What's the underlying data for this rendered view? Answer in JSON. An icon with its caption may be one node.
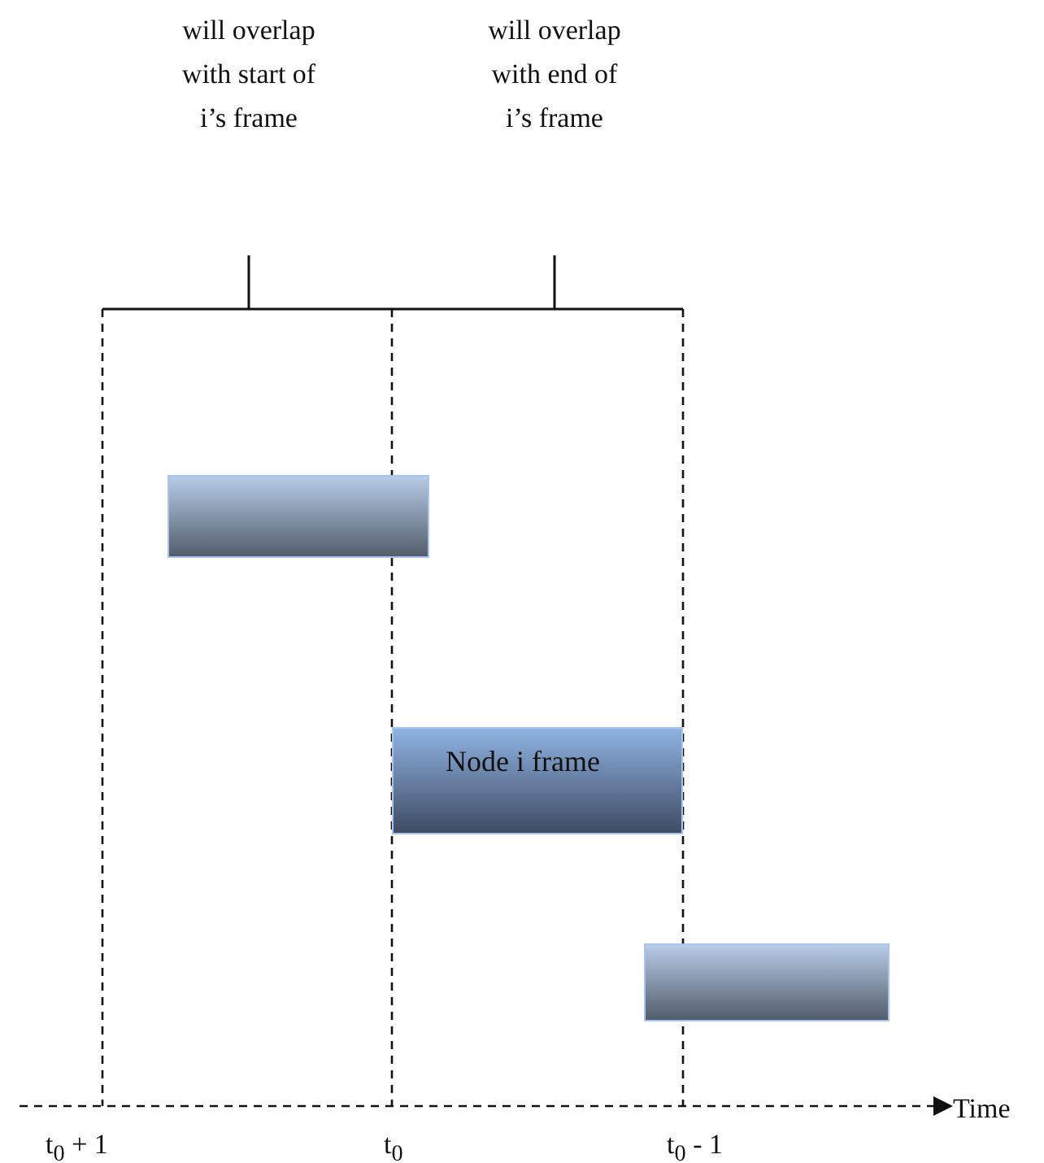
{
  "diagram": {
    "nodes": [
      {
        "text": [],
        "shape": "bar"
      },
      {
        "text": [
          "Node i frame"
        ]
      },
      {
        "text": [],
        "shape": "bar"
      }
    ],
    "labels": [
      "will overlap with start of i’s frame",
      "will overlap with end of i’s frame",
      "Time",
      "t$_{0}$ + 1",
      "t$_{0}$",
      "t$_{0}$ - 1"
    ]
  }
}
